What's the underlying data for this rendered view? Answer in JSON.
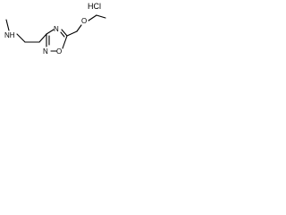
{
  "molecule": {
    "salt": "HCl",
    "atoms": {
      "amine": "NH",
      "ring_n_top": "N",
      "ring_o": "O",
      "ring_n_bottom": "N",
      "ether_o": "O"
    }
  }
}
